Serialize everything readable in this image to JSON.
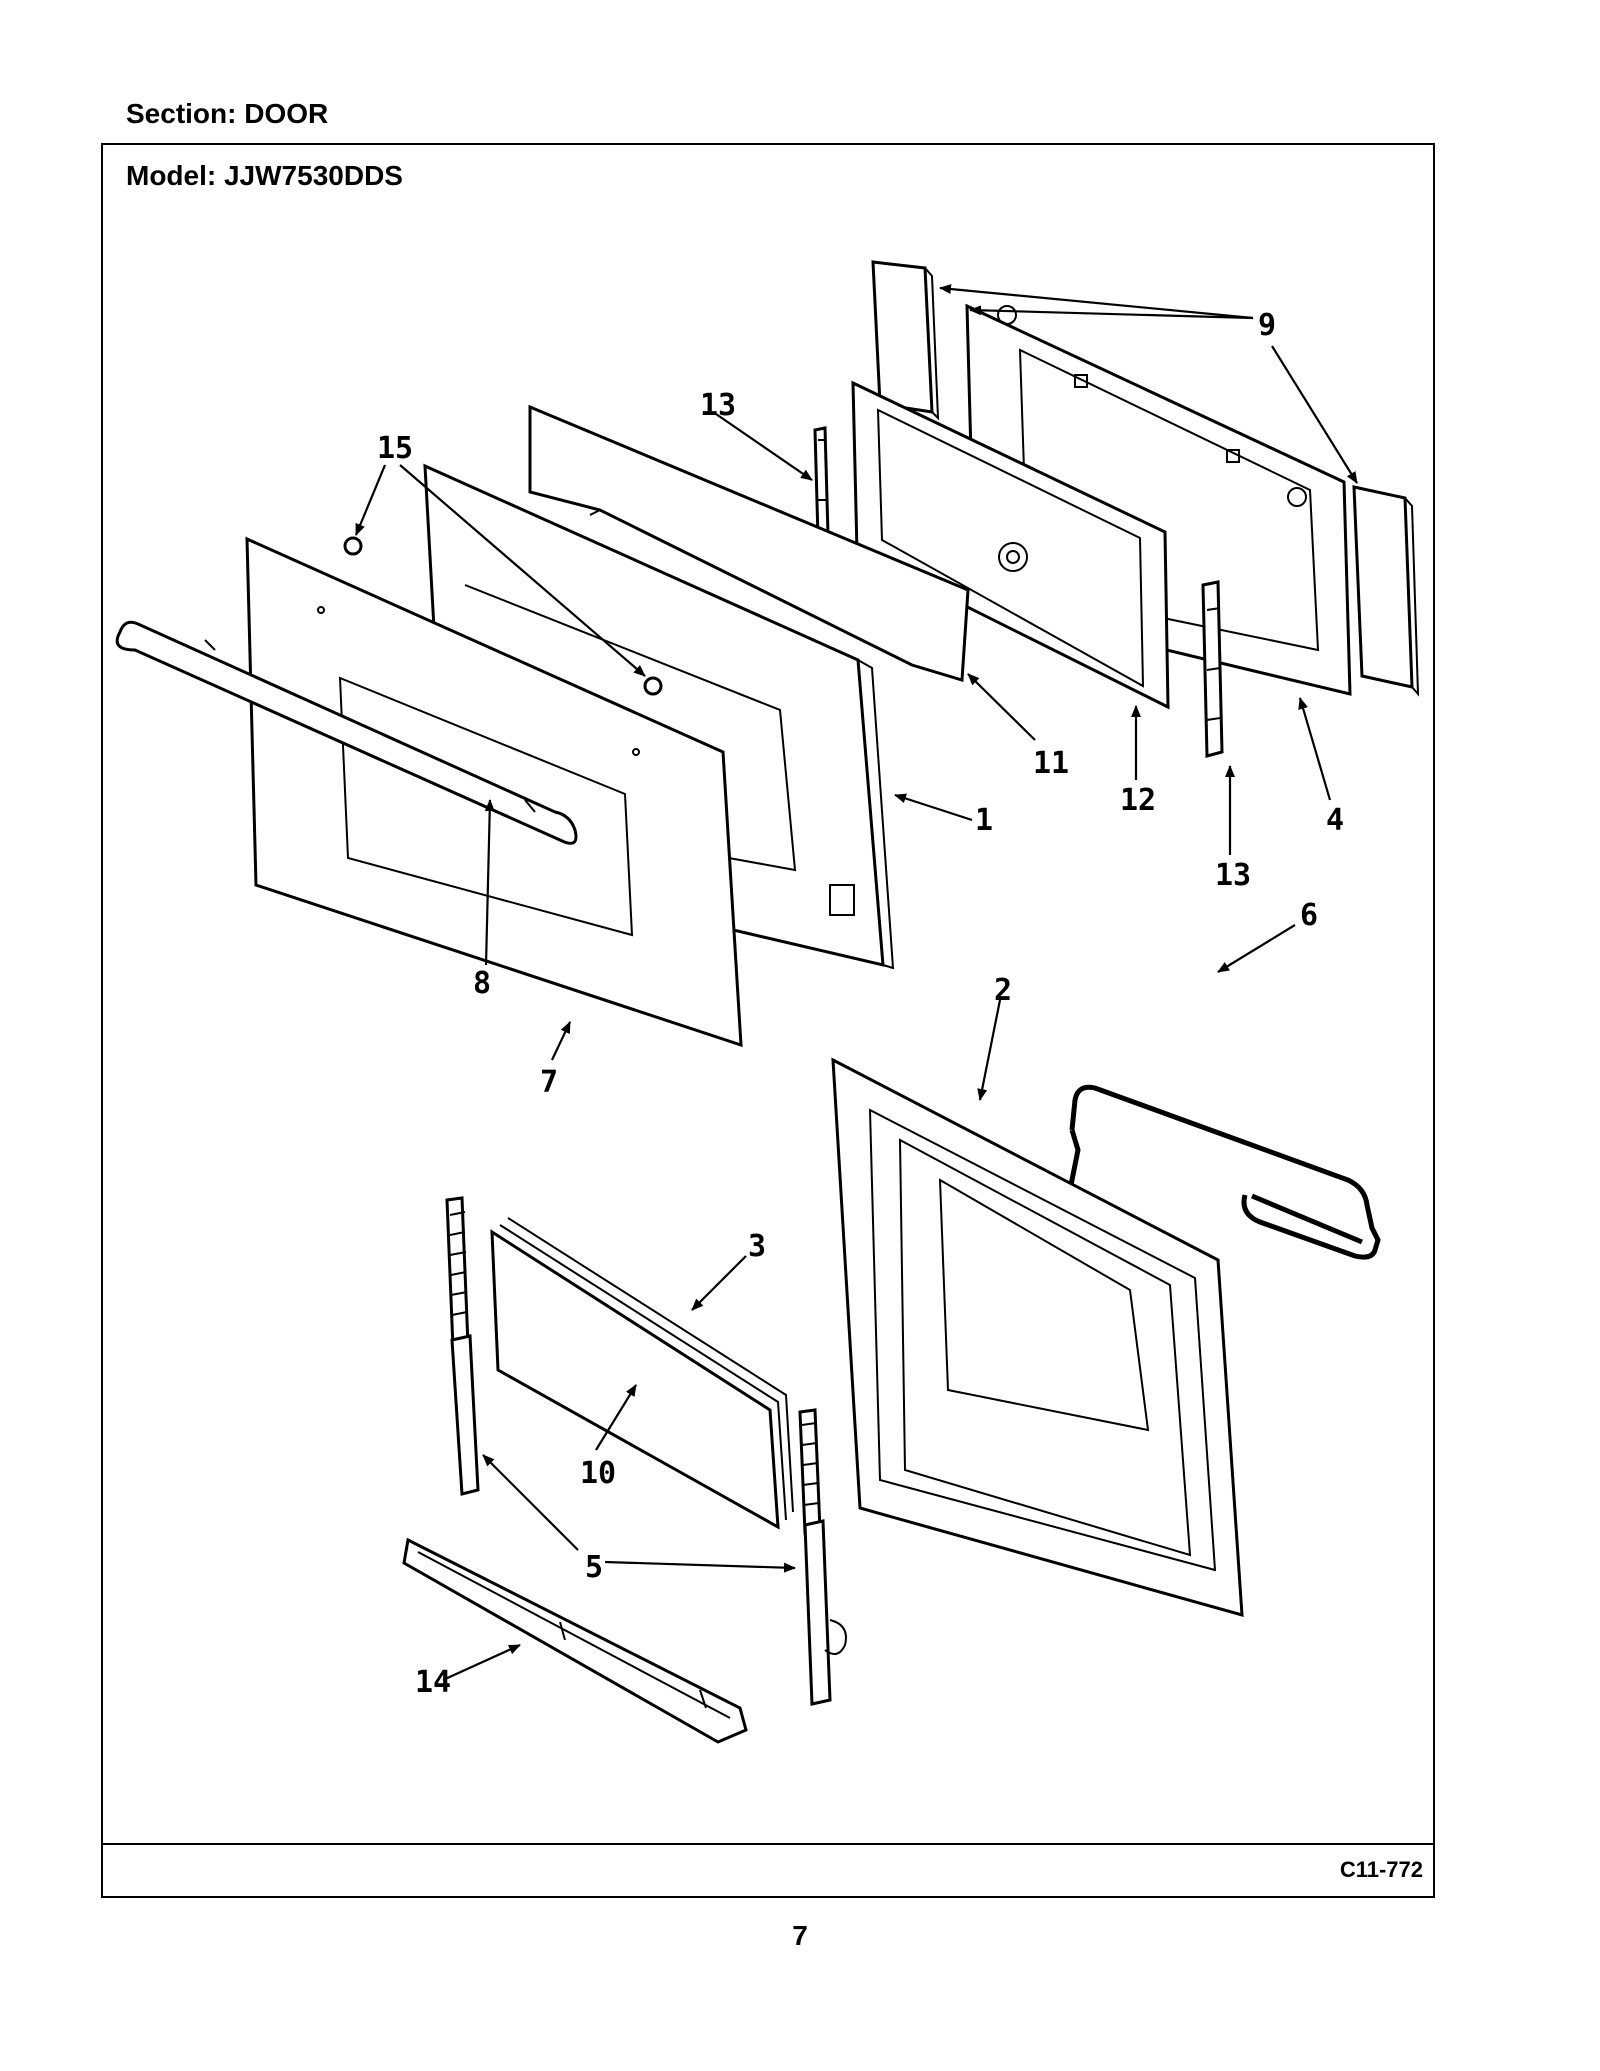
{
  "header": {
    "section": "Section:  DOOR",
    "model": "Model:  JJW7530DDS"
  },
  "footer": {
    "code": "C11-772",
    "page": "7"
  },
  "callouts": {
    "c1": "1",
    "c2": "2",
    "c3": "3",
    "c4": "4",
    "c5": "5",
    "c6": "6",
    "c7": "7",
    "c8": "8",
    "c9": "9",
    "c10": "10",
    "c11": "11",
    "c12": "12",
    "c13a": "13",
    "c13b": "13",
    "c14": "14",
    "c15": "15"
  }
}
